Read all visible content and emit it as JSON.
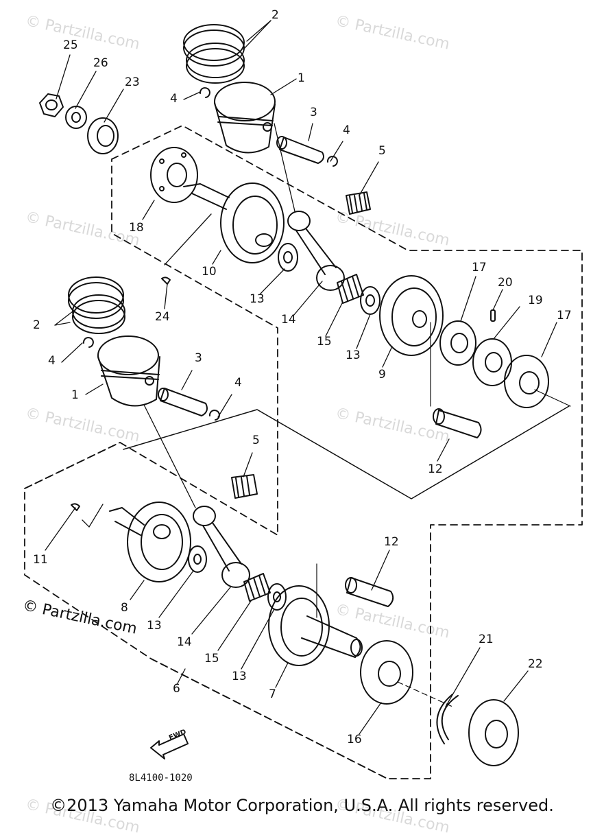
{
  "watermark": "© Partzilla.com",
  "copyright_left": "© Partzilla.com",
  "copyright_main": "©2013  Yamaha Motor Corporation, U.S.A. All rights reserved.",
  "part_code": "8L4100-1020",
  "fwd_label": "FWD",
  "callouts": {
    "c1a": "1",
    "c1b": "1",
    "c2a": "2",
    "c2b": "2",
    "c3a": "3",
    "c3b": "3",
    "c4a": "4",
    "c4b": "4",
    "c4c": "4",
    "c4d": "4",
    "c5a": "5",
    "c5b": "5",
    "c6": "6",
    "c7": "7",
    "c8": "8",
    "c9": "9",
    "c10": "10",
    "c11": "11",
    "c12a": "12",
    "c12b": "12",
    "c13a": "13",
    "c13b": "13",
    "c13c": "13",
    "c13d": "13",
    "c14a": "14",
    "c14b": "14",
    "c15a": "15",
    "c15b": "15",
    "c16": "16",
    "c17a": "17",
    "c17b": "17",
    "c18": "18",
    "c19": "19",
    "c20": "20",
    "c21": "21",
    "c22": "22",
    "c23": "23",
    "c24": "24",
    "c25": "25",
    "c26": "26"
  }
}
